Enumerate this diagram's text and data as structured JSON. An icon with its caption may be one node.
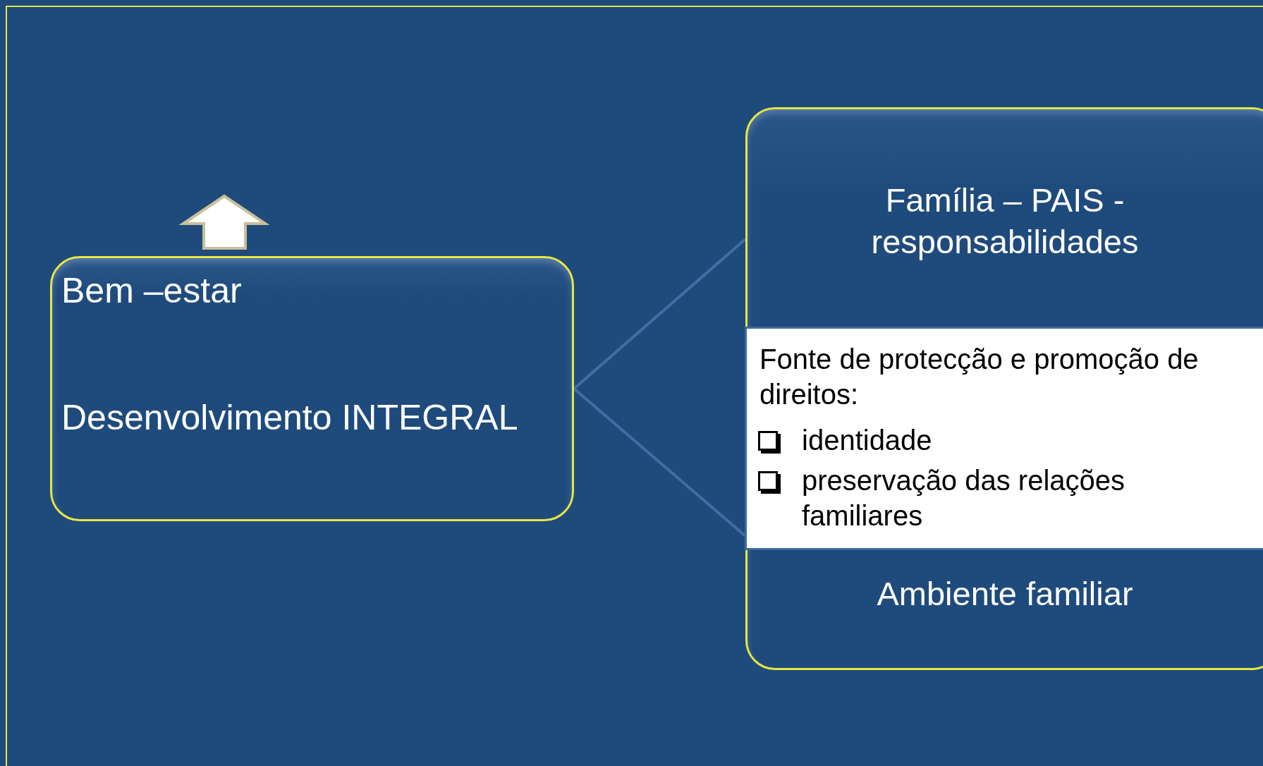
{
  "diagram": {
    "nodes": [
      {
        "text": [
          "Bem –estar",
          "Desenvolvimento INTEGRAL"
        ]
      },
      {
        "text": [
          "Família – PAIS - responsabilidades",
          "Ambiente familiar"
        ]
      },
      {
        "text": [
          "Fonte de protecção e promoção de direitos:",
          "identidade",
          "preservação das relações familiares"
        ],
        "in": 1
      }
    ],
    "edges": [
      {
        "from": 0,
        "to": 1,
        "arrow": "none"
      },
      {
        "from": 0,
        "to": 1,
        "arrow": "none"
      }
    ]
  }
}
